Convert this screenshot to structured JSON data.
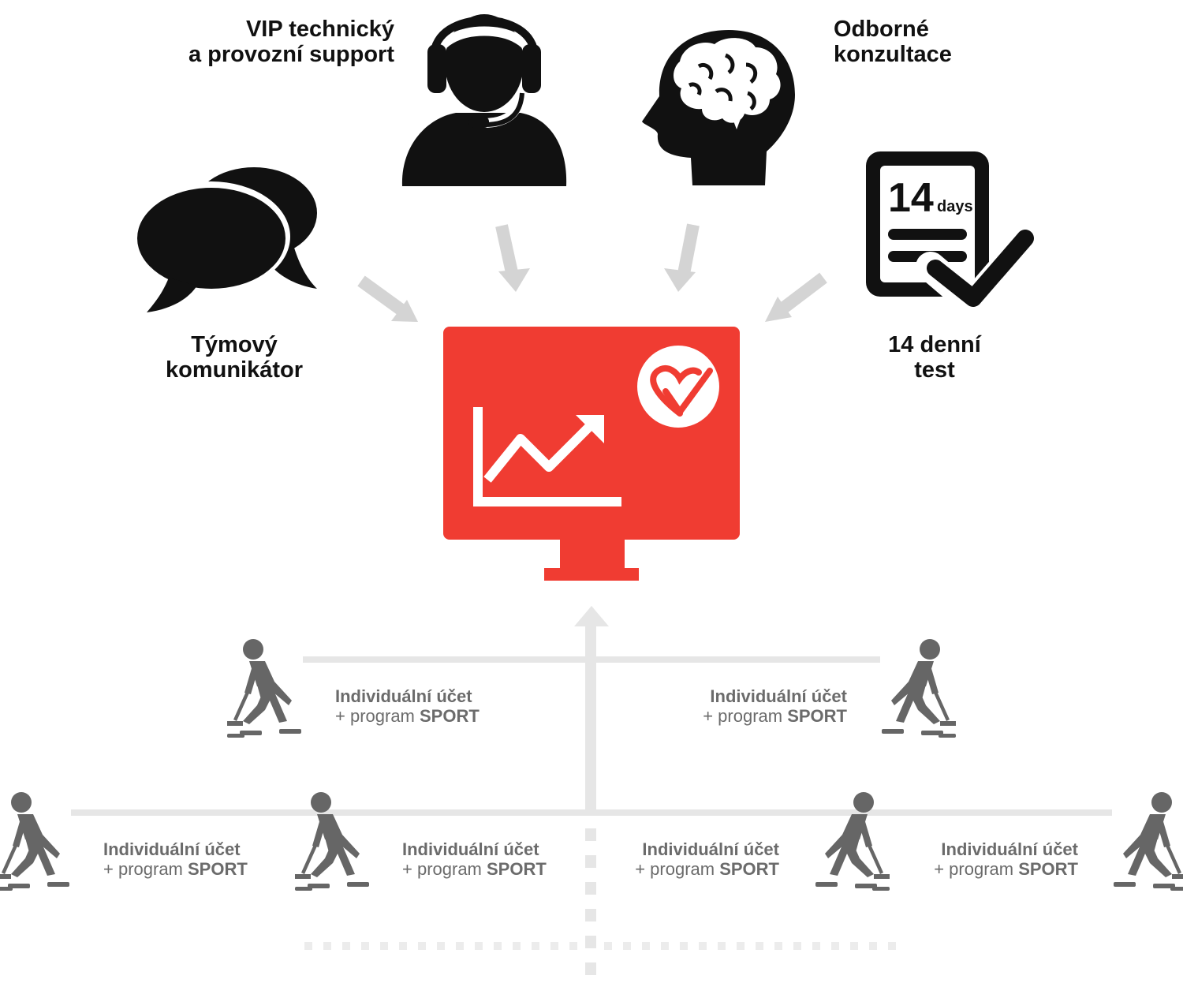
{
  "labels": {
    "vip_support": {
      "line1": "VIP technický",
      "line2": "a provozní support"
    },
    "consulting": {
      "line1": "Odborné",
      "line2": "konzultace"
    },
    "team_chat": {
      "line1": "Týmový",
      "line2": "komunikátor"
    },
    "trial": {
      "line1": "14 denní",
      "line2": "test"
    }
  },
  "calendar": {
    "number": "14",
    "unit": "days"
  },
  "player_accounts": [
    {
      "line1": "Individuální účet",
      "prefix": "+ program ",
      "sport": "SPORT"
    },
    {
      "line1": "Individuální účet",
      "prefix": "+ program ",
      "sport": "SPORT"
    },
    {
      "line1": "Individuální účet",
      "prefix": "+ program ",
      "sport": "SPORT"
    },
    {
      "line1": "Individuální účet",
      "prefix": "+ program ",
      "sport": "SPORT"
    },
    {
      "line1": "Individuální účet",
      "prefix": "+ program ",
      "sport": "SPORT"
    },
    {
      "line1": "Individuální účet",
      "prefix": "+ program ",
      "sport": "SPORT"
    }
  ],
  "colors": {
    "accent_red": "#f03c32",
    "icon_black": "#111111",
    "arrow_gray": "#d4d4d4",
    "line_gray": "#e6e6e6",
    "player_gray": "#666666"
  }
}
